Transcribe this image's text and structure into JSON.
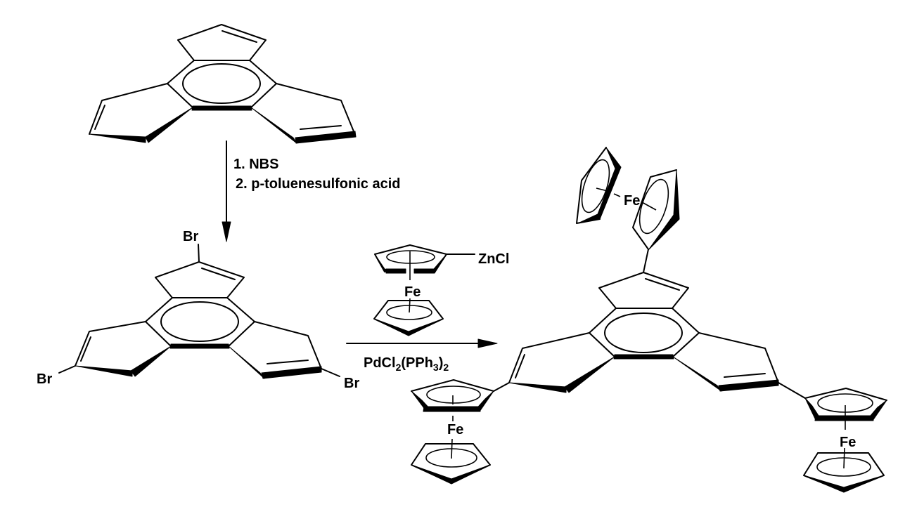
{
  "scheme": {
    "colors": {
      "ink": "#000000",
      "background": "#ffffff"
    },
    "step1": {
      "reagent_1": "1. NBS",
      "reagent_2": "2. p-toluenesulfonic acid"
    },
    "intermediate": {
      "substituent_top": "Br",
      "substituent_left": "Br",
      "substituent_right": "Br"
    },
    "step2": {
      "reagent_group": "ZnCl",
      "reagent_metal": "Fe",
      "catalyst_main": "PdCl",
      "catalyst_sub1": "2",
      "catalyst_mid": "(PPh",
      "catalyst_sub2": "3",
      "catalyst_close": ")",
      "catalyst_sub3": "2"
    },
    "product": {
      "metal_top": "Fe",
      "metal_left": "Fe",
      "metal_right": "Fe"
    }
  }
}
